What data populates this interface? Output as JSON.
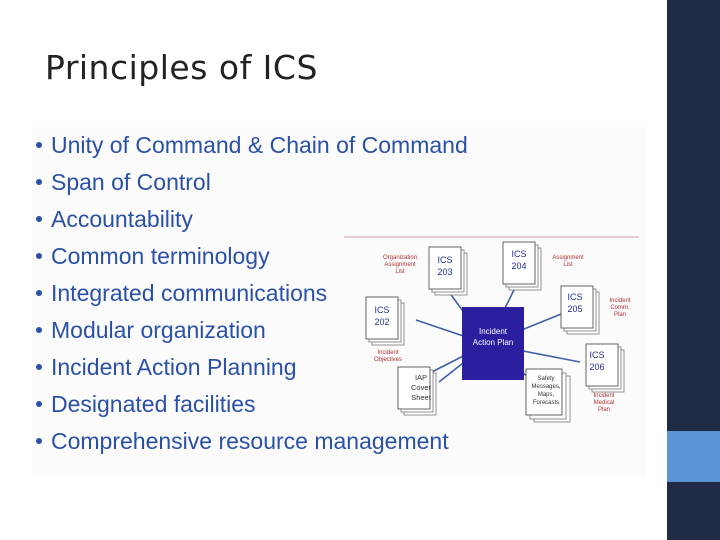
{
  "slide": {
    "title": "Principles of ICS",
    "bullets": [
      "Unity of Command & Chain of Command",
      "Span of Control",
      "Accountability",
      "Common terminology",
      "Integrated communications",
      "Modular organization",
      "Incident Action Planning",
      "Designated facilities",
      "Comprehensive resource management"
    ]
  },
  "diagram": {
    "center": [
      "Incident",
      "Action Plan"
    ],
    "forms": {
      "ics203": [
        "ICS",
        "203"
      ],
      "ics204": [
        "ICS",
        "204"
      ],
      "ics202": [
        "ICS",
        "202"
      ],
      "ics205": [
        "ICS",
        "205"
      ],
      "ics206": [
        "ICS",
        "206"
      ],
      "iap": [
        "IAP",
        "Cover",
        "Sheet"
      ],
      "safety": [
        "Safety",
        "Messages,",
        "Maps,",
        "Forecasts"
      ]
    },
    "labels": {
      "org_assignment": [
        "Organization",
        "Assignment",
        "List"
      ],
      "assignment": [
        "Assignment",
        "List"
      ],
      "comm_plan": [
        "Incident",
        "Comm.",
        "Plan"
      ],
      "objectives": [
        "Incident",
        "Objectives"
      ],
      "medical_plan": [
        "Incident",
        "Medical",
        "Plan"
      ]
    }
  },
  "colors": {
    "title": "#222222",
    "bullet_text": "#2a50a8",
    "sidebar": "#202b45",
    "sidebar_accent": "#5b93d4",
    "center_box": "#2b1fa0",
    "label_red": "#b03030",
    "form_text": "#1d2f8f"
  }
}
